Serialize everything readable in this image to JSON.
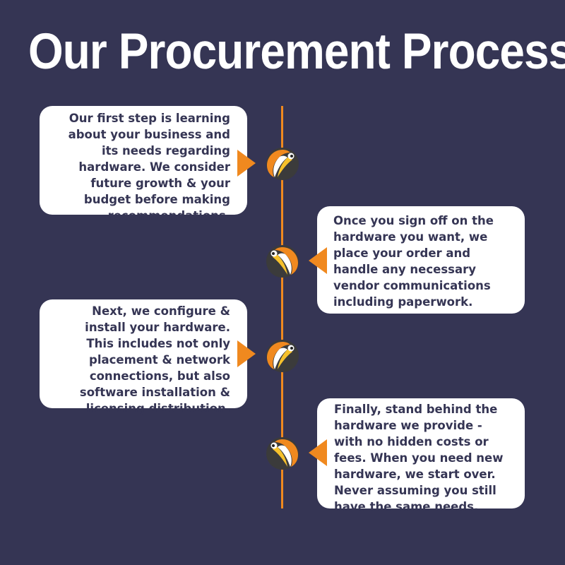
{
  "title": "Our Procurement Process",
  "steps": [
    {
      "side": "left",
      "text": "Our first step is learning about your business and its needs regarding hardware. We consider future growth & your budget before making recommendations.",
      "lines": [
        "Our first step is learning",
        "about your business and",
        "its needs regarding",
        "hardware. We consider",
        "future growth & your",
        "budget before making",
        "recommendations."
      ]
    },
    {
      "side": "right",
      "text": "Once you sign off on the hardware you want, we place your order and handle any necessary vendor communications including paperwork.",
      "lines": [
        "Once you sign off on the",
        "hardware you want, we",
        "place your order and",
        "handle any necessary",
        "vendor communications",
        "including paperwork."
      ]
    },
    {
      "side": "left",
      "text": "Next, we configure & install your hardware. This includes not only placement & network connections, but also software installation & licensing distribution.",
      "lines": [
        "Next, we configure &",
        "install your hardware.",
        "This includes not only",
        "placement & network",
        "connections, but also",
        "software installation &",
        "licensing distribution."
      ]
    },
    {
      "side": "right",
      "text": "Finally, stand behind the hardware we provide - with no hidden costs or fees. When you need new hardware, we start over. Never assuming you still have the same needs.",
      "lines": [
        "Finally, stand behind the",
        "hardware we provide -",
        "with no hidden costs or",
        "fees. When you need new",
        "hardware, we start over.",
        "Never assuming you still",
        "have the same needs."
      ]
    }
  ],
  "colors": {
    "background": "#353554",
    "accent": "#f0891f",
    "card": "#ffffff",
    "card_text": "#353554"
  },
  "icons": {
    "step_marker": "toucan-icon",
    "pointer": "triangle-pointer-icon"
  }
}
